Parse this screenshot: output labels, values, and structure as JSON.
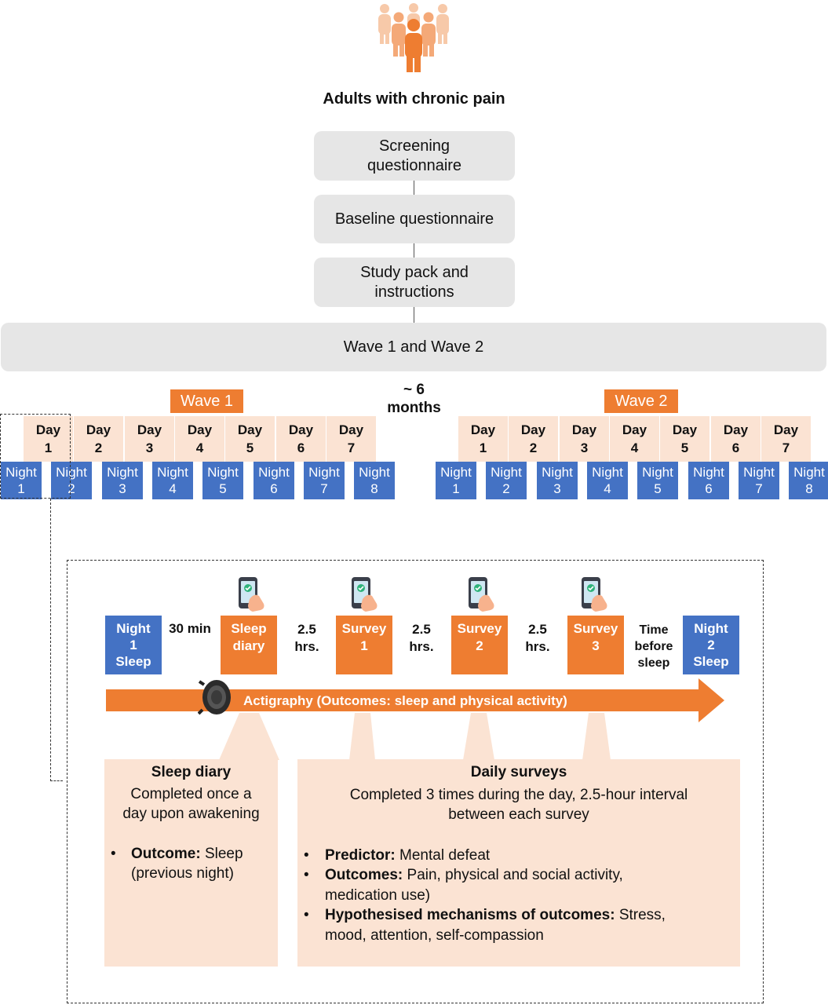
{
  "population": {
    "label": "Adults with chronic pain"
  },
  "flow": [
    {
      "label": "Screening questionnaire"
    },
    {
      "label": "Baseline questionnaire"
    },
    {
      "label": "Study pack and instructions"
    }
  ],
  "waves_box": {
    "label": "Wave 1 and Wave 2"
  },
  "gap_label": "~ 6 months",
  "wave1": {
    "label": "Wave 1",
    "days": [
      [
        "Day",
        "1"
      ],
      [
        "Day",
        "2"
      ],
      [
        "Day",
        "3"
      ],
      [
        "Day",
        "4"
      ],
      [
        "Day",
        "5"
      ],
      [
        "Day",
        "6"
      ],
      [
        "Day",
        "7"
      ]
    ],
    "nights": [
      [
        "Night",
        "1"
      ],
      [
        "Night",
        "2"
      ],
      [
        "Night",
        "3"
      ],
      [
        "Night",
        "4"
      ],
      [
        "Night",
        "5"
      ],
      [
        "Night",
        "6"
      ],
      [
        "Night",
        "7"
      ],
      [
        "Night",
        "8"
      ]
    ]
  },
  "wave2": {
    "label": "Wave 2",
    "days": [
      [
        "Day",
        "1"
      ],
      [
        "Day",
        "2"
      ],
      [
        "Day",
        "3"
      ],
      [
        "Day",
        "4"
      ],
      [
        "Day",
        "5"
      ],
      [
        "Day",
        "6"
      ],
      [
        "Day",
        "7"
      ]
    ],
    "nights": [
      [
        "Night",
        "1"
      ],
      [
        "Night",
        "2"
      ],
      [
        "Night",
        "3"
      ],
      [
        "Night",
        "4"
      ],
      [
        "Night",
        "5"
      ],
      [
        "Night",
        "6"
      ],
      [
        "Night",
        "7"
      ],
      [
        "Night",
        "8"
      ]
    ]
  },
  "timeline": {
    "night1": [
      "Night",
      "1",
      "Sleep"
    ],
    "t1": "30 min",
    "sleep_diary": [
      "Sleep",
      "diary"
    ],
    "t2": [
      "2.5",
      "hrs."
    ],
    "survey1": [
      "Survey",
      "1"
    ],
    "t3": [
      "2.5",
      "hrs."
    ],
    "survey2": [
      "Survey",
      "2"
    ],
    "t4": [
      "2.5",
      "hrs."
    ],
    "survey3": [
      "Survey",
      "3"
    ],
    "t5": [
      "Time",
      "before",
      "sleep"
    ],
    "night2": [
      "Night",
      "2",
      "Sleep"
    ],
    "arrow_label": "Actigraphy (Outcomes: sleep and physical activity)"
  },
  "sleep_panel": {
    "title": "Sleep diary",
    "desc": [
      "Completed once a",
      "day upon awakening"
    ],
    "outcome_label": "Outcome:",
    "outcome_text": " Sleep",
    "outcome_line2": "(previous night)"
  },
  "survey_panel": {
    "title": "Daily surveys",
    "desc": [
      "Completed 3 times during the day, 2.5-hour interval",
      "between each survey"
    ],
    "predictor_label": "Predictor:",
    "predictor_text": " Mental defeat",
    "outcomes_label": "Outcomes:",
    "outcomes_text": " Pain, physical and social activity,",
    "outcomes_line2": "medication use)",
    "mech_label": "Hypothesised mechanisms of outcomes:",
    "mech_text": " Stress,",
    "mech_line2": "mood, attention, self-compassion"
  },
  "colors": {
    "orange": "#ee7d31",
    "blue": "#4472c4",
    "peach": "#fbe3d3",
    "grey": "#e6e6e6"
  },
  "icons": {
    "people": "people-icon",
    "phone": "phone-tap-icon",
    "watch": "watch-icon"
  }
}
